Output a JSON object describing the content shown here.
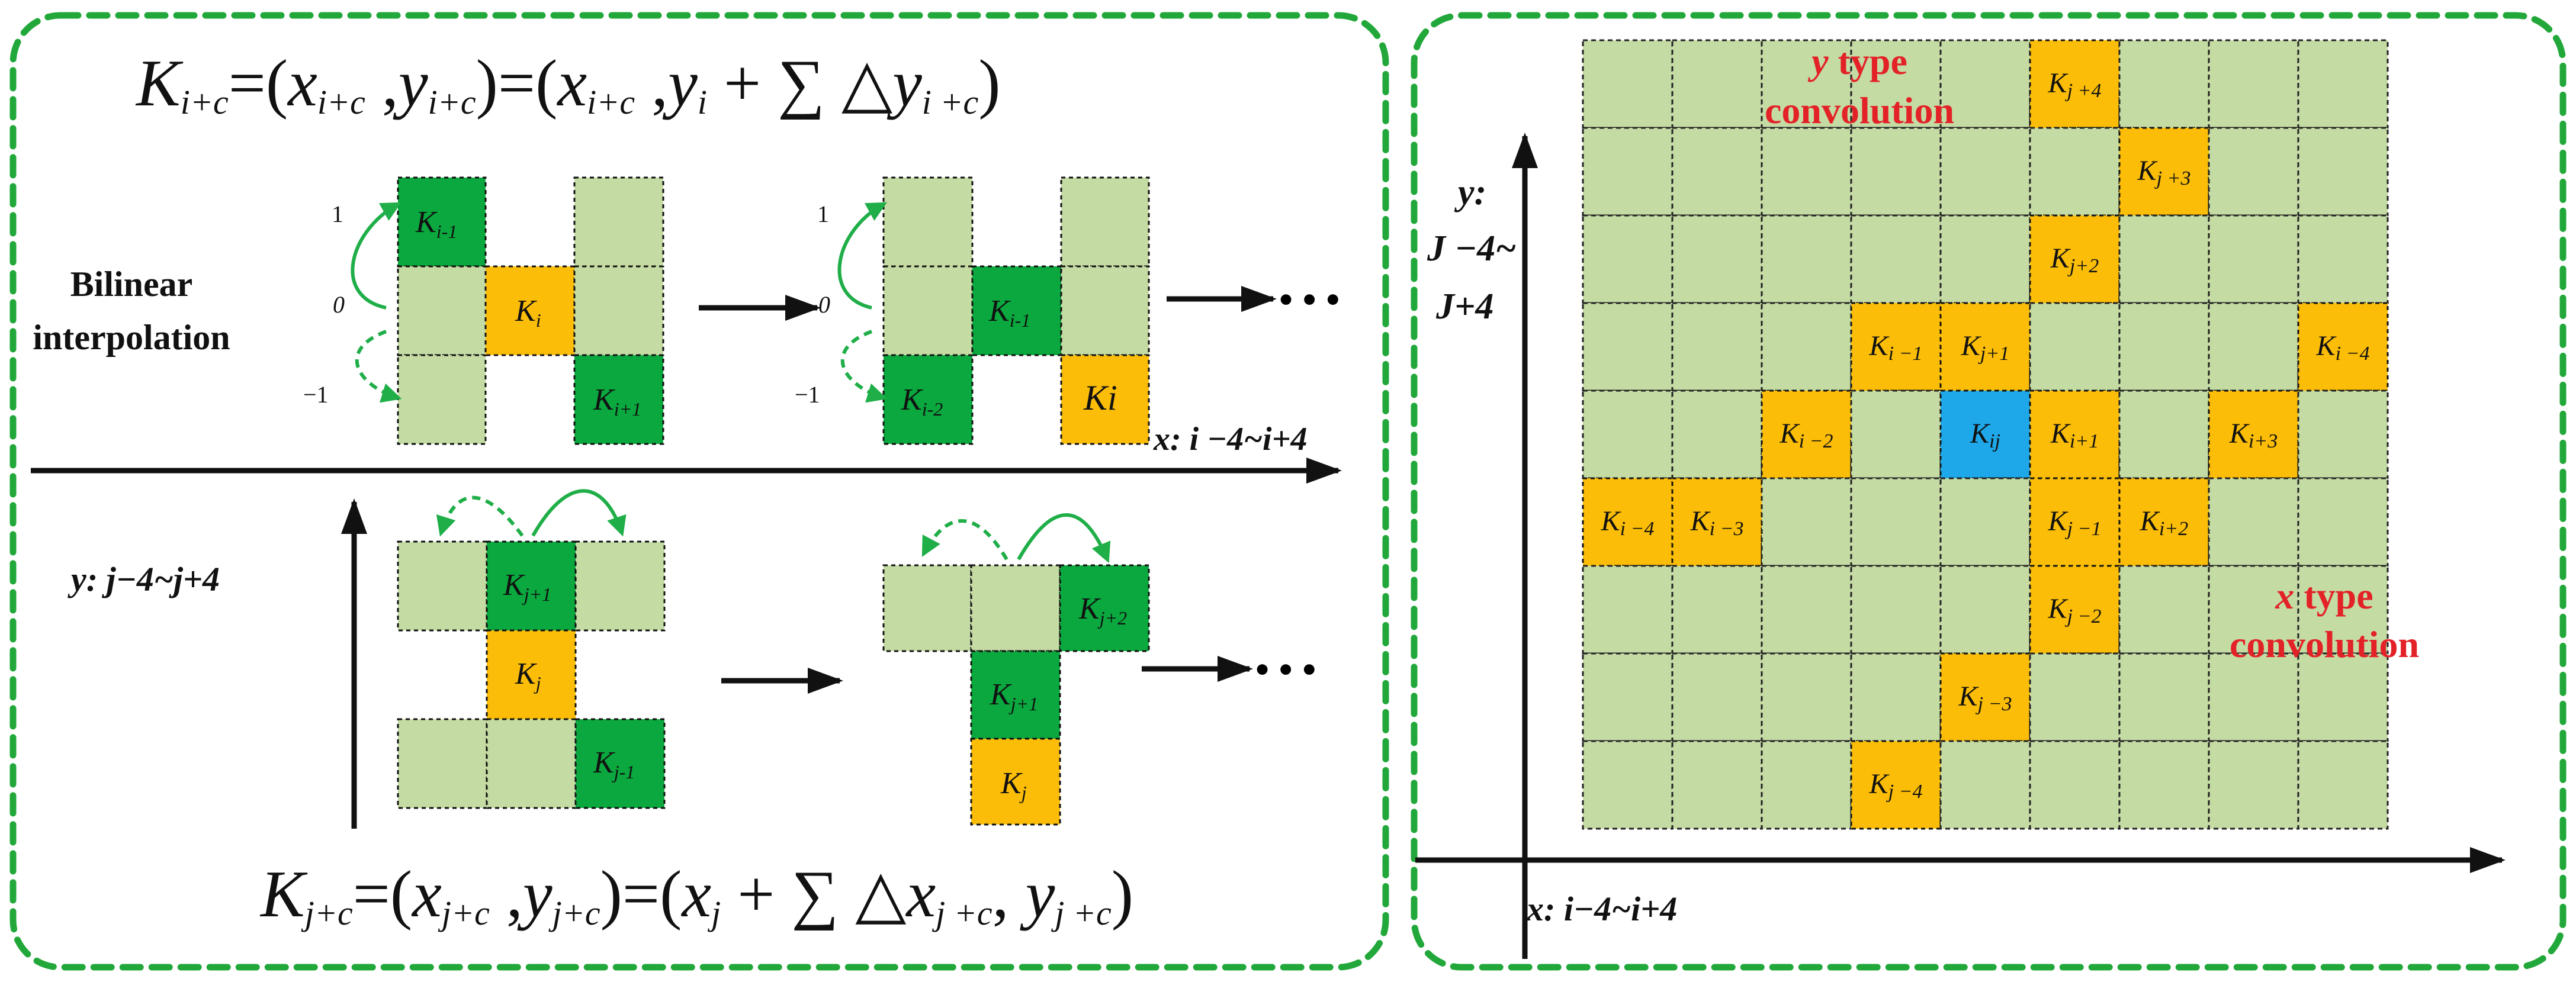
{
  "colors": {
    "frame": "#22a83a",
    "light_green": "#c4dba4",
    "dark_green": "#0aa83e",
    "orange": "#fbbd08",
    "blue": "#1ea8e9",
    "red": "#e32228"
  },
  "left_panel": {
    "formula_top": {
      "k_main": "K",
      "k_sub": "i+c",
      "eq1": "=(",
      "x_main": "x",
      "x_sub": "i+c",
      "comma1": " ,",
      "y_main": "y",
      "y_sub": "i+c",
      "eq2": ")=(",
      "x2_main": "x",
      "x2_sub": "i+c",
      "comma2": " ,",
      "y2_main": "y",
      "y2_sub": "i",
      "plus_sum": " + ∑ △",
      "dy_main": "y",
      "dy_sub": "i +c",
      "close": ")"
    },
    "bilinear_line1": "Bilinear",
    "bilinear_line2": "interpolation",
    "tick_labels": [
      "1",
      "0",
      "−1"
    ],
    "ellipsis": "• • •",
    "x_axis_label": "x: i −4~i+4",
    "y_axis_label": "y: j−4~j+4",
    "cells_top_a": {
      "k_i_minus_1": "K",
      "sub_i_minus_1": "i-1",
      "k_i": "K",
      "sub_i": "i",
      "k_i_plus_1": "K",
      "sub_i_plus_1": "i+1"
    },
    "cells_top_b": {
      "k_i_minus_1": "K",
      "sub_i_minus_1": "i-1",
      "k_i_minus_2": "K",
      "sub_i_minus_2": "i-2",
      "k_i_text": "Ki"
    },
    "cells_bot_a": {
      "k_j_plus_1": "K",
      "sub_j_plus_1": "j+1",
      "k_j": "K",
      "sub_j": "j",
      "k_j_minus_1": "K",
      "sub_j_minus_1": "j-1"
    },
    "cells_bot_b": {
      "k_j_plus_2": "K",
      "sub_j_plus_2": "j+2",
      "k_j_plus_1": "K",
      "sub_j_plus_1": "j+1",
      "k_j": "K",
      "sub_j": "j"
    },
    "formula_bottom": {
      "k_main": "K",
      "k_sub": "j+c",
      "eq1": "=(",
      "x_main": "x",
      "x_sub": "j+c",
      "comma1": " ,",
      "y_main": "y",
      "y_sub": "j+c",
      "eq2": ")=(",
      "x2_main": "x",
      "x2_sub": "j",
      "plus_sum": " + ∑ △",
      "dx_main": "x",
      "dx_sub": "j +c",
      "comma3": ", ",
      "y3_main": "y",
      "y3_sub": "j +c",
      "close": ")"
    }
  },
  "right_panel": {
    "y_type_italic": "y",
    "y_type_rest": " type",
    "y_type_line2": "convolution",
    "x_type_italic": "x",
    "x_type_rest": " type",
    "x_type_line2": "convolution",
    "y_axis_line1": "y:",
    "y_axis_line2": "J −4~",
    "y_axis_line3": "J+4",
    "x_axis_label": "x: i−4~i+4",
    "grid": {
      "rows": 9,
      "cols": 9,
      "cells": [
        {
          "row": 0,
          "col": 5,
          "kind": "orange",
          "main": "K",
          "sub": "j +4"
        },
        {
          "row": 1,
          "col": 6,
          "kind": "orange",
          "main": "K",
          "sub": "j +3"
        },
        {
          "row": 2,
          "col": 5,
          "kind": "orange",
          "main": "K",
          "sub": "j+2"
        },
        {
          "row": 3,
          "col": 3,
          "kind": "orange",
          "main": "K",
          "sub": "i −1"
        },
        {
          "row": 3,
          "col": 4,
          "kind": "orange",
          "main": "K",
          "sub": "j+1"
        },
        {
          "row": 3,
          "col": 8,
          "kind": "orange",
          "main": "K",
          "sub": "i −4"
        },
        {
          "row": 4,
          "col": 2,
          "kind": "orange",
          "main": "K",
          "sub": "i −2"
        },
        {
          "row": 4,
          "col": 4,
          "kind": "blue",
          "main": "K",
          "sub": "ij"
        },
        {
          "row": 4,
          "col": 5,
          "kind": "orange",
          "main": "K",
          "sub": "i+1"
        },
        {
          "row": 4,
          "col": 7,
          "kind": "orange",
          "main": "K",
          "sub": "i+3"
        },
        {
          "row": 5,
          "col": 0,
          "kind": "orange",
          "main": "K",
          "sub": "i −4"
        },
        {
          "row": 5,
          "col": 1,
          "kind": "orange",
          "main": "K",
          "sub": "i −3"
        },
        {
          "row": 5,
          "col": 5,
          "kind": "orange",
          "main": "K",
          "sub": "j −1"
        },
        {
          "row": 5,
          "col": 6,
          "kind": "orange",
          "main": "K",
          "sub": "i+2"
        },
        {
          "row": 6,
          "col": 5,
          "kind": "orange",
          "main": "K",
          "sub": "j −2"
        },
        {
          "row": 7,
          "col": 4,
          "kind": "orange",
          "main": "K",
          "sub": "j −3"
        },
        {
          "row": 8,
          "col": 3,
          "kind": "orange",
          "main": "K",
          "sub": "j −4"
        }
      ]
    }
  }
}
